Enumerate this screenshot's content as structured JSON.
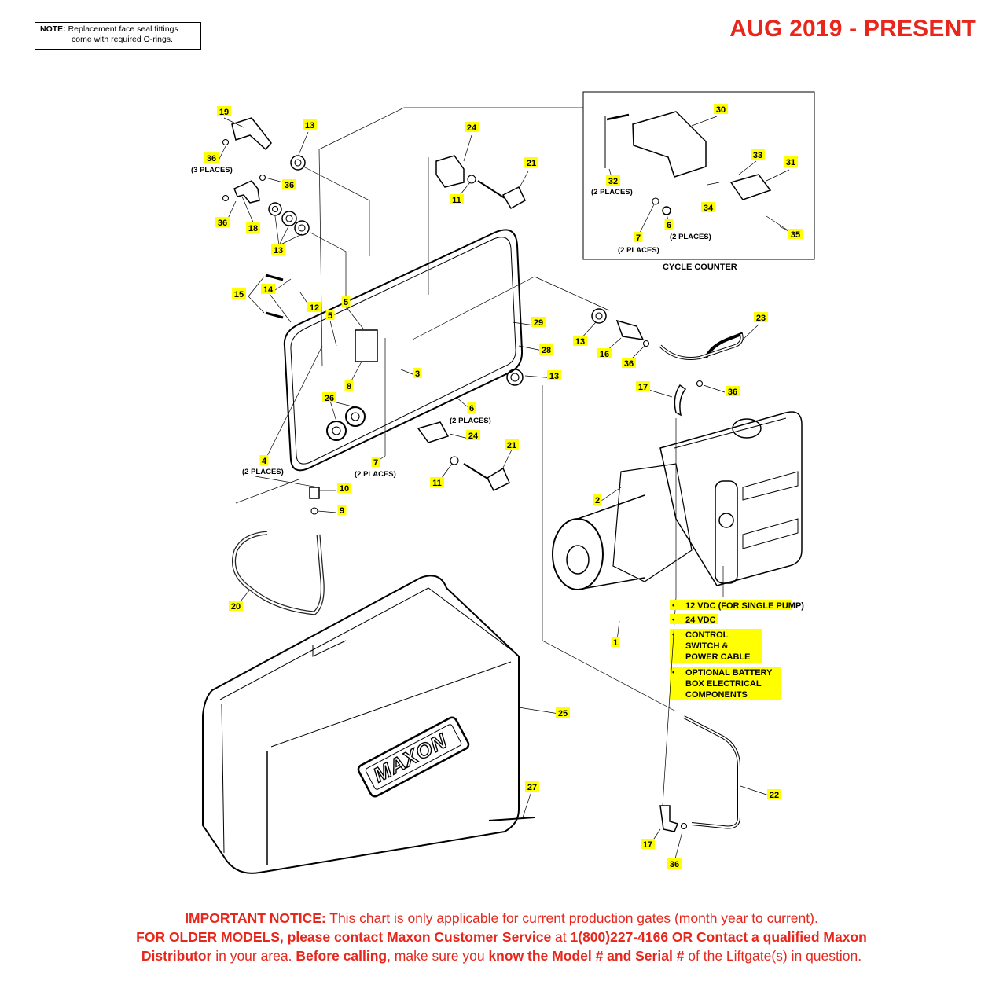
{
  "note": {
    "label": "NOTE:",
    "line1": "Replacement face seal fittings",
    "line2": "come with required O-rings."
  },
  "header": {
    "date_range": "AUG 2019 - PRESENT"
  },
  "cycle_counter": {
    "title": "CYCLE COUNTER"
  },
  "callouts": [
    {
      "id": "19",
      "text": "19"
    },
    {
      "id": "13a",
      "text": "13"
    },
    {
      "id": "36a",
      "text": "36"
    },
    {
      "id": "36b",
      "text": "36"
    },
    {
      "id": "36c",
      "text": "36"
    },
    {
      "id": "18",
      "text": "18"
    },
    {
      "id": "13b",
      "text": "13"
    },
    {
      "id": "24a",
      "text": "24"
    },
    {
      "id": "21a",
      "text": "21"
    },
    {
      "id": "11a",
      "text": "11"
    },
    {
      "id": "30",
      "text": "30"
    },
    {
      "id": "33",
      "text": "33"
    },
    {
      "id": "31",
      "text": "31"
    },
    {
      "id": "32",
      "text": "32"
    },
    {
      "id": "34",
      "text": "34"
    },
    {
      "id": "6a",
      "text": "6"
    },
    {
      "id": "7a",
      "text": "7"
    },
    {
      "id": "35",
      "text": "35"
    },
    {
      "id": "15",
      "text": "15"
    },
    {
      "id": "14",
      "text": "14"
    },
    {
      "id": "12",
      "text": "12"
    },
    {
      "id": "5a",
      "text": "5"
    },
    {
      "id": "5b",
      "text": "5"
    },
    {
      "id": "29",
      "text": "29"
    },
    {
      "id": "28",
      "text": "28"
    },
    {
      "id": "13c",
      "text": "13"
    },
    {
      "id": "16",
      "text": "16"
    },
    {
      "id": "36d",
      "text": "36"
    },
    {
      "id": "23",
      "text": "23"
    },
    {
      "id": "13d",
      "text": "13"
    },
    {
      "id": "3",
      "text": "3"
    },
    {
      "id": "8",
      "text": "8"
    },
    {
      "id": "17a",
      "text": "17"
    },
    {
      "id": "36e",
      "text": "36"
    },
    {
      "id": "26",
      "text": "26"
    },
    {
      "id": "6b",
      "text": "6"
    },
    {
      "id": "24b",
      "text": "24"
    },
    {
      "id": "4",
      "text": "4"
    },
    {
      "id": "7b",
      "text": "7"
    },
    {
      "id": "21b",
      "text": "21"
    },
    {
      "id": "11b",
      "text": "11"
    },
    {
      "id": "10",
      "text": "10"
    },
    {
      "id": "2",
      "text": "2"
    },
    {
      "id": "9",
      "text": "9"
    },
    {
      "id": "20",
      "text": "20"
    },
    {
      "id": "1",
      "text": "1"
    },
    {
      "id": "25",
      "text": "25"
    },
    {
      "id": "27",
      "text": "27"
    },
    {
      "id": "22",
      "text": "22"
    },
    {
      "id": "17b",
      "text": "17"
    },
    {
      "id": "36f",
      "text": "36"
    }
  ],
  "qualifiers": {
    "three_places": "(3 PLACES)",
    "two_places": "(2 PLACES)"
  },
  "pump_options": [
    "12 VDC (FOR SINGLE PUMP)",
    "24 VDC",
    "CONTROL",
    "SWITCH &",
    "POWER CABLE",
    "OPTIONAL BATTERY",
    "BOX ELECTRICAL",
    "COMPONENTS"
  ],
  "brand": {
    "logo": "MAXON"
  },
  "bottom_notice": {
    "line1_bold": "IMPORTANT NOTICE:",
    "line1_rest": " This chart is only applicable for current production gates (month year to current).",
    "line2_bold1": "FOR OLDER MODELS, please contact Maxon Customer Service",
    "line2_mid": " at ",
    "line2_bold2": "1(800)227-4166 OR Contact a qualified Maxon",
    "line3_bold1": "Distributor",
    "line3_mid1": " in your area. ",
    "line3_bold2": "Before calling",
    "line3_mid2": ", make sure you ",
    "line3_bold3": "know the Model # and Serial #",
    "line3_end": " of the Liftgate(s) in question."
  },
  "colors": {
    "accent_red": "#e8261c",
    "callout_yellow": "#ffff00",
    "line": "#000000"
  }
}
